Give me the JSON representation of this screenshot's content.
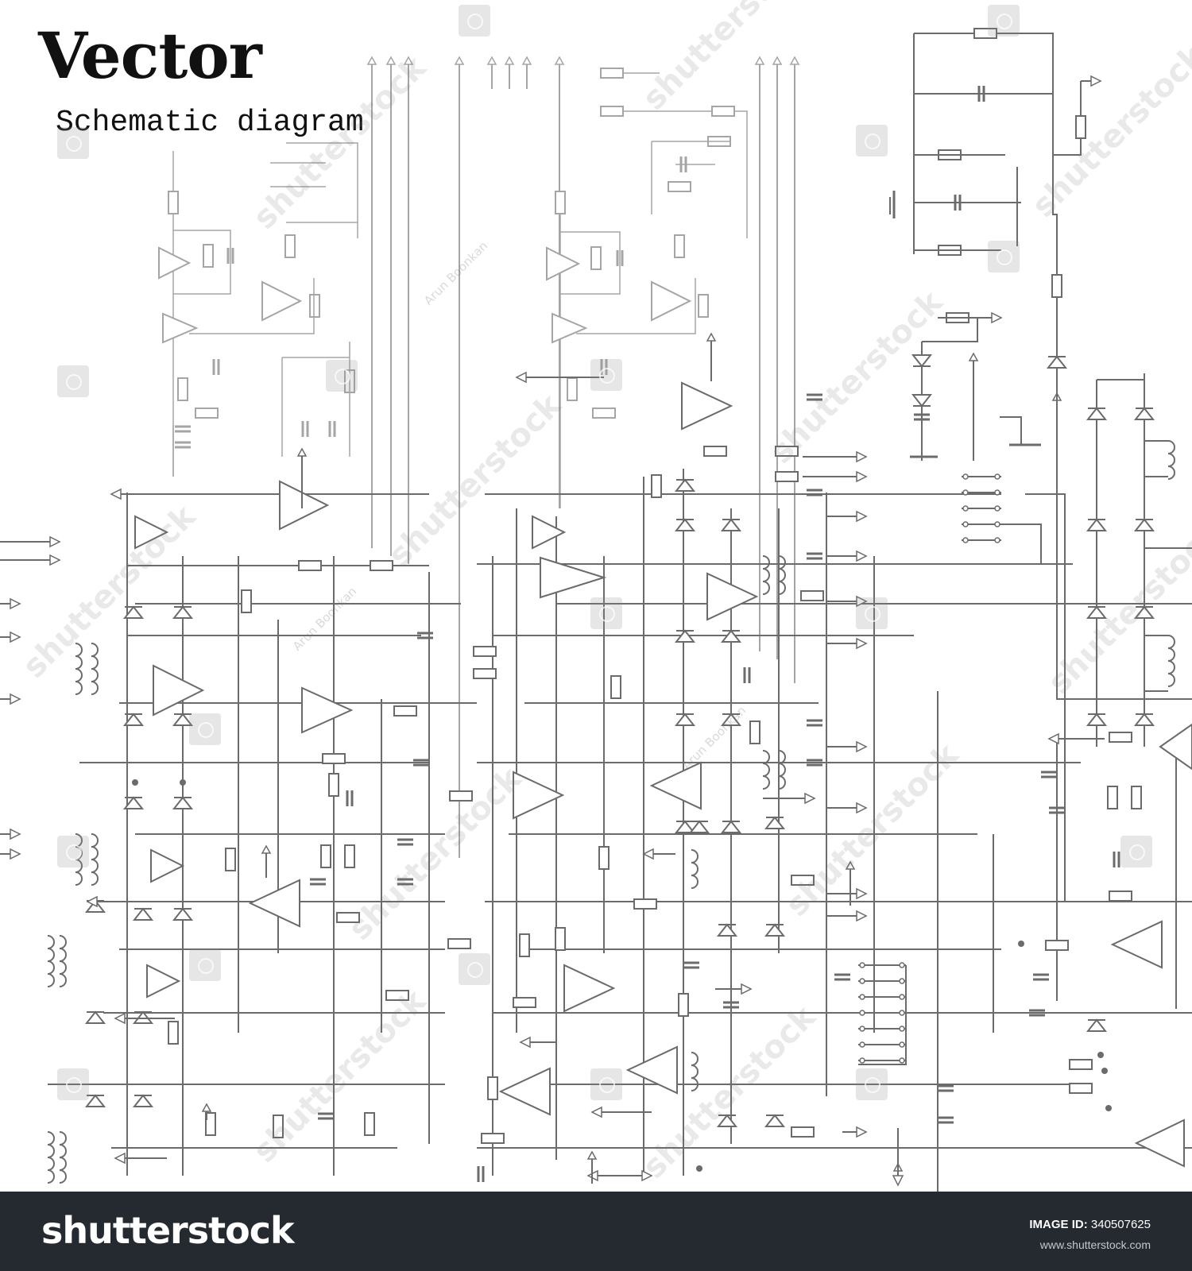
{
  "header": {
    "title": "Vector",
    "subtitle": "Schematic diagram"
  },
  "watermarks": {
    "stock_mark": "shutterstock",
    "author": "Arun Boonkan"
  },
  "footer": {
    "logo": "shutterstock",
    "image_id_label": "IMAGE ID:",
    "image_id": "340507625",
    "url": "www.shutterstock.com"
  },
  "colors": {
    "wire": "#6b6b6b",
    "wire_light": "#a5a5a5",
    "text": "#111111",
    "footer_bg": "#252930"
  }
}
